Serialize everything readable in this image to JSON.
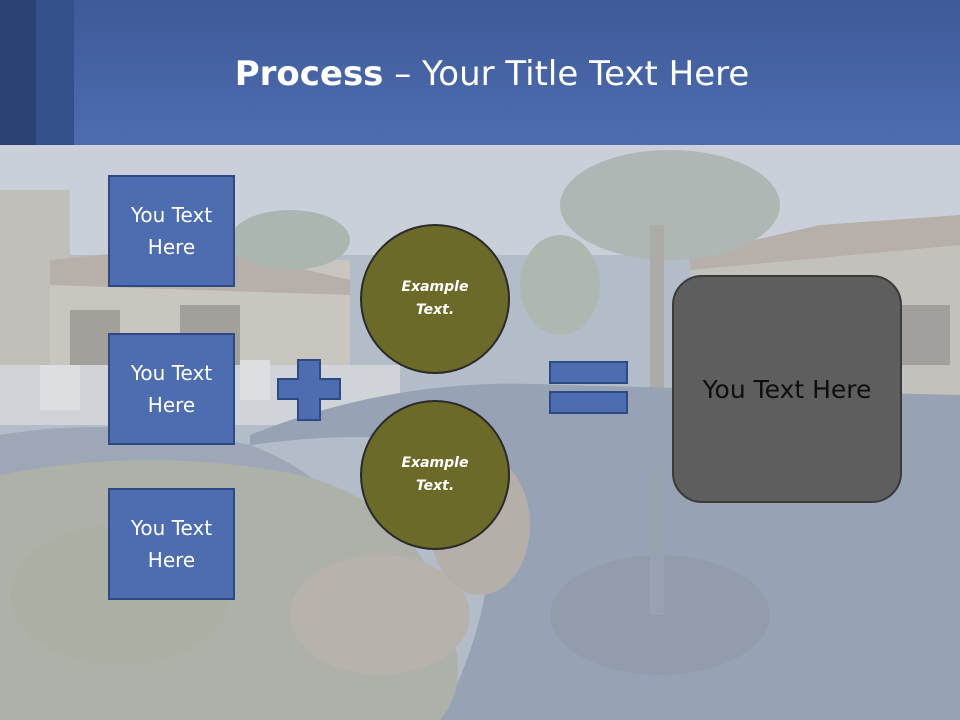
{
  "title": {
    "bold": "Process",
    "rest": " – Your Title Text Here"
  },
  "boxes": [
    {
      "label": "You Text Here"
    },
    {
      "label": "You Text Here"
    },
    {
      "label": "You Text Here"
    }
  ],
  "circles": [
    {
      "label": "Example Text."
    },
    {
      "label": "Example Text."
    }
  ],
  "result": {
    "label": "You Text Here"
  },
  "colors": {
    "header": "#4e6cb0",
    "box_fill": "#4e6cb0",
    "circle_fill": "#6b6a28",
    "result_fill": "#5e5e5e"
  }
}
